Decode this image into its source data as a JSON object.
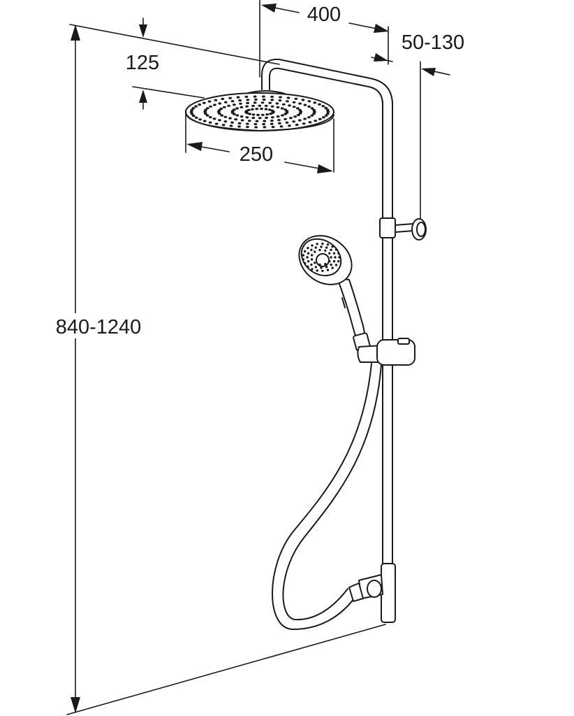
{
  "dimensions": {
    "arm_reach": "400",
    "wall_distance": "50-130",
    "head_drop": "125",
    "head_diameter": "250",
    "total_height": "840-1240"
  }
}
